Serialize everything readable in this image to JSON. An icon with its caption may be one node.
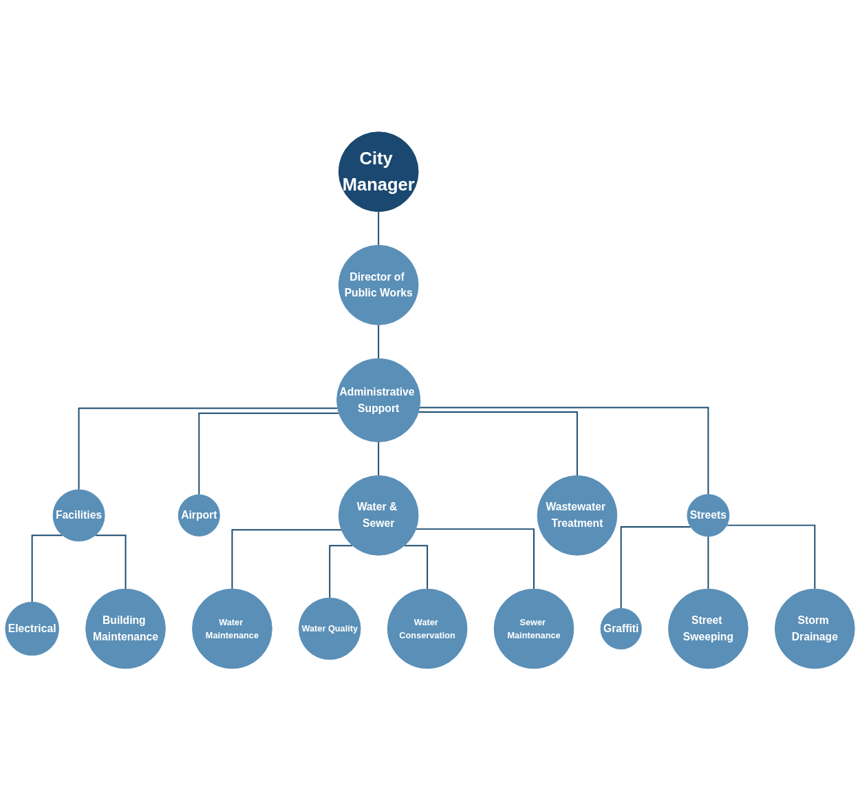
{
  "diagram": {
    "nodes": [
      {
        "text": [
          "City Manager"
        ]
      },
      {
        "text": [
          "Director of Public Works"
        ]
      },
      {
        "text": [
          "Administrative Support"
        ]
      },
      {
        "text": [
          "Facilities"
        ]
      },
      {
        "text": [
          "Airport"
        ]
      },
      {
        "text": [
          "Water & Sewer"
        ]
      },
      {
        "text": [
          "Wastewater Treatment"
        ]
      },
      {
        "text": [
          "Streets"
        ]
      },
      {
        "text": [
          "Electrical"
        ]
      },
      {
        "text": [
          "Building Maintenance"
        ]
      },
      {
        "text": [
          "Water Maintenance"
        ]
      },
      {
        "text": [
          "Water Quality"
        ]
      },
      {
        "text": [
          "Water Conservation"
        ]
      },
      {
        "text": [
          "Sewer Maintenance"
        ]
      },
      {
        "text": [
          "Graffiti"
        ]
      },
      {
        "text": [
          "Street Sweeping"
        ]
      },
      {
        "text": [
          "Storm Drainage"
        ]
      }
    ],
    "edges": [
      {
        "from": 0,
        "to": 1,
        "arrow": "none"
      },
      {
        "from": 1,
        "to": 2,
        "arrow": "none"
      },
      {
        "from": 2,
        "to": 3,
        "arrow": "none"
      },
      {
        "from": 2,
        "to": 4,
        "arrow": "none"
      },
      {
        "from": 2,
        "to": 5,
        "arrow": "none"
      },
      {
        "from": 2,
        "to": 6,
        "arrow": "none"
      },
      {
        "from": 2,
        "to": 7,
        "arrow": "none"
      },
      {
        "from": 3,
        "to": 8,
        "arrow": "none"
      },
      {
        "from": 3,
        "to": 9,
        "arrow": "none"
      },
      {
        "from": 5,
        "to": 10,
        "arrow": "none"
      },
      {
        "from": 5,
        "to": 11,
        "arrow": "none"
      },
      {
        "from": 5,
        "to": 12,
        "arrow": "none"
      },
      {
        "from": 5,
        "to": 13,
        "arrow": "none"
      },
      {
        "from": 7,
        "to": 14,
        "arrow": "none"
      },
      {
        "from": 7,
        "to": 15,
        "arrow": "none"
      },
      {
        "from": 7,
        "to": 16,
        "arrow": "none"
      }
    ]
  }
}
